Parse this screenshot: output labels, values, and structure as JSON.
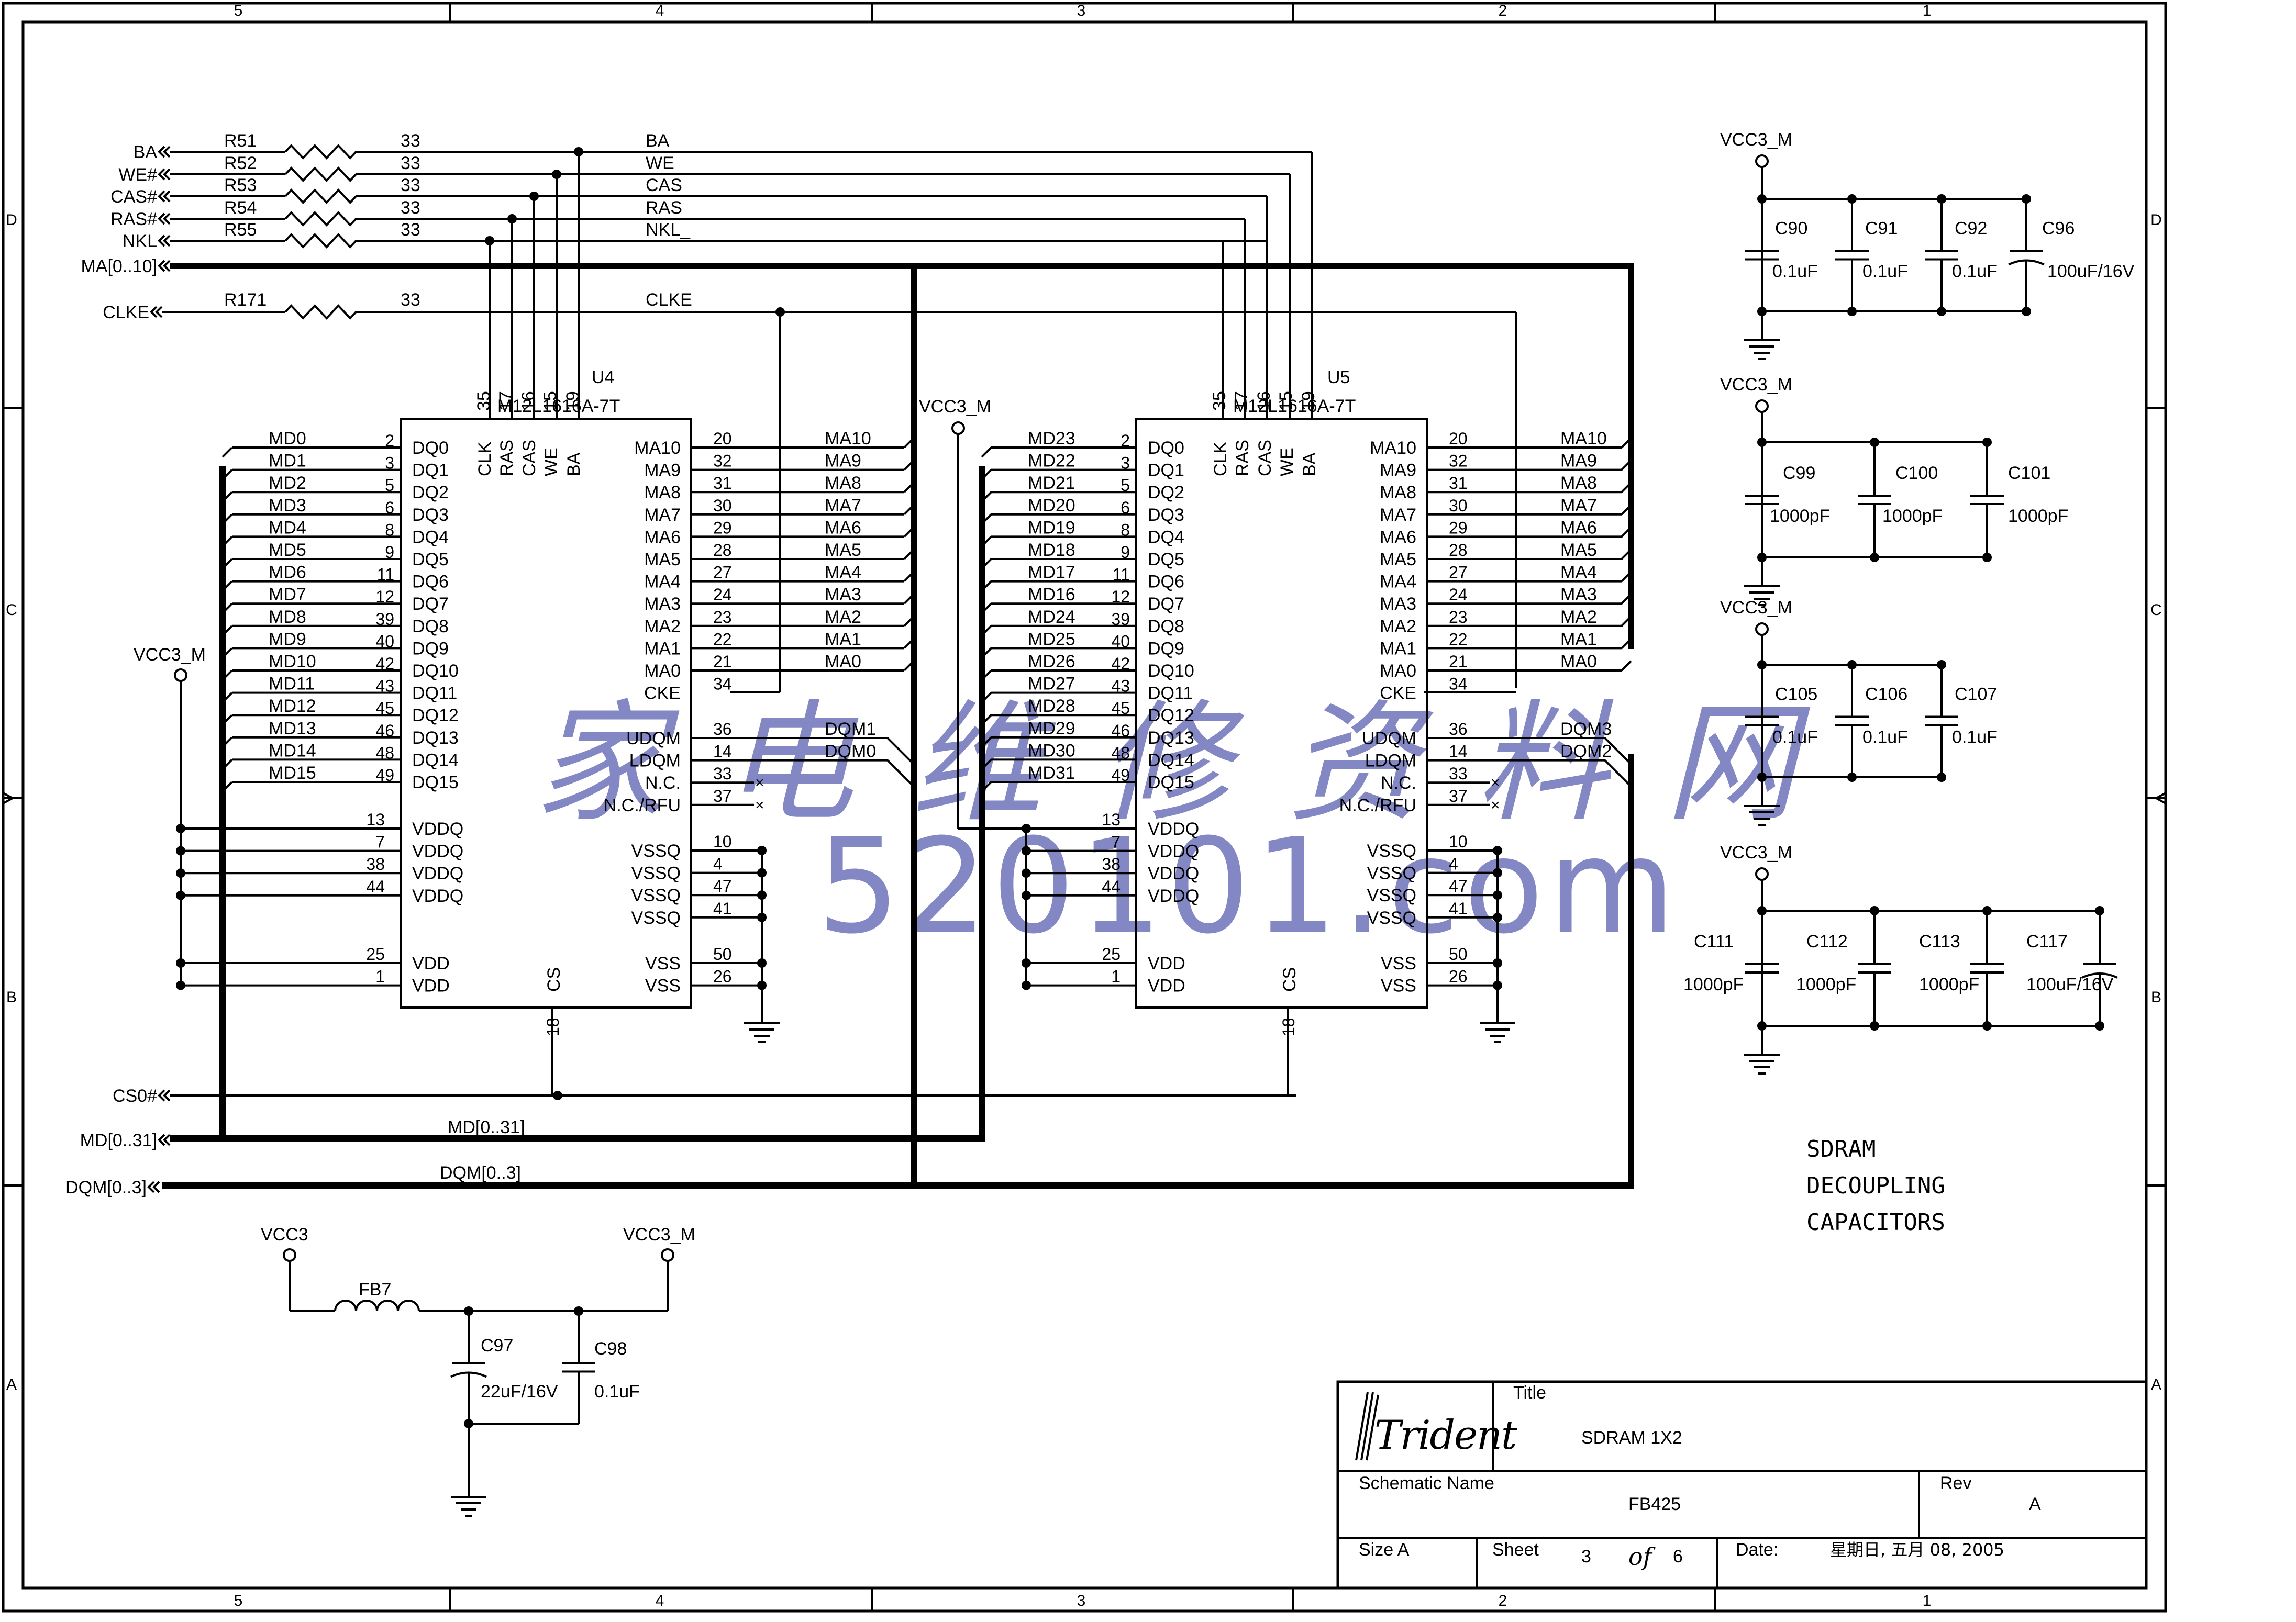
{
  "frame": {
    "cols_top": [
      "5",
      "4",
      "3",
      "2",
      "1"
    ],
    "cols_bottom": [
      "5",
      "4",
      "3",
      "2",
      "1"
    ],
    "rows_left": [
      "D",
      "C",
      "B",
      "A"
    ],
    "rows_right": [
      "D",
      "C",
      "B",
      "A"
    ]
  },
  "inputs": {
    "ba": "BA",
    "we": "WE#",
    "cas": "CAS#",
    "ras": "RAS#",
    "nkl": "NKL",
    "ma": "MA[0..10]",
    "clke": "CLKE",
    "cs0": "CS0#",
    "md": "MD[0..31]",
    "dqm": "DQM[0..3]"
  },
  "resistors": [
    {
      "ref": "R51",
      "value": "33",
      "net": "BA"
    },
    {
      "ref": "R52",
      "value": "33",
      "net": "WE"
    },
    {
      "ref": "R53",
      "value": "33",
      "net": "CAS"
    },
    {
      "ref": "R54",
      "value": "33",
      "net": "RAS"
    },
    {
      "ref": "R55",
      "value": "33",
      "net": "NKL"
    },
    {
      "ref": "R171",
      "value": "33",
      "net": "CLKE"
    }
  ],
  "bus_labels": {
    "md": "MD[0..31]",
    "dqm": "DQM[0..3]"
  },
  "vcc_m": "VCC3_M",
  "u4": {
    "ref": "U4",
    "part": "M12L1616A-7T",
    "dq_pins": [
      {
        "net": "MD0",
        "num": "2",
        "name": "DQ0"
      },
      {
        "net": "MD1",
        "num": "3",
        "name": "DQ1"
      },
      {
        "net": "MD2",
        "num": "5",
        "name": "DQ2"
      },
      {
        "net": "MD3",
        "num": "6",
        "name": "DQ3"
      },
      {
        "net": "MD4",
        "num": "8",
        "name": "DQ4"
      },
      {
        "net": "MD5",
        "num": "9",
        "name": "DQ5"
      },
      {
        "net": "MD6",
        "num": "11",
        "name": "DQ6"
      },
      {
        "net": "MD7",
        "num": "12",
        "name": "DQ7"
      },
      {
        "net": "MD8",
        "num": "39",
        "name": "DQ8"
      },
      {
        "net": "MD9",
        "num": "40",
        "name": "DQ9"
      },
      {
        "net": "MD10",
        "num": "42",
        "name": "DQ10"
      },
      {
        "net": "MD11",
        "num": "43",
        "name": "DQ11"
      },
      {
        "net": "MD12",
        "num": "45",
        "name": "DQ12"
      },
      {
        "net": "MD13",
        "num": "46",
        "name": "DQ13"
      },
      {
        "net": "MD14",
        "num": "48",
        "name": "DQ14"
      },
      {
        "net": "MD15",
        "num": "49",
        "name": "DQ15"
      }
    ],
    "dqm_nets": [
      "DQM1",
      "DQM0"
    ]
  },
  "u5": {
    "ref": "U5",
    "part": "M12L1616A-7T",
    "dq_pins": [
      {
        "net": "MD23",
        "num": "2",
        "name": "DQ0"
      },
      {
        "net": "MD22",
        "num": "3",
        "name": "DQ1"
      },
      {
        "net": "MD21",
        "num": "5",
        "name": "DQ2"
      },
      {
        "net": "MD20",
        "num": "6",
        "name": "DQ3"
      },
      {
        "net": "MD19",
        "num": "8",
        "name": "DQ4"
      },
      {
        "net": "MD18",
        "num": "9",
        "name": "DQ5"
      },
      {
        "net": "MD17",
        "num": "11",
        "name": "DQ6"
      },
      {
        "net": "MD16",
        "num": "12",
        "name": "DQ7"
      },
      {
        "net": "MD24",
        "num": "39",
        "name": "DQ8"
      },
      {
        "net": "MD25",
        "num": "40",
        "name": "DQ9"
      },
      {
        "net": "MD26",
        "num": "42",
        "name": "DQ10"
      },
      {
        "net": "MD27",
        "num": "43",
        "name": "DQ11"
      },
      {
        "net": "MD28",
        "num": "45",
        "name": "DQ12"
      },
      {
        "net": "MD29",
        "num": "46",
        "name": "DQ13"
      },
      {
        "net": "MD30",
        "num": "48",
        "name": "DQ14"
      },
      {
        "net": "MD31",
        "num": "49",
        "name": "DQ15"
      }
    ],
    "dqm_nets": [
      "DQM3",
      "DQM2"
    ]
  },
  "chip_common": {
    "top_pins": [
      {
        "num": "35",
        "name": "CLK"
      },
      {
        "num": "17",
        "name": "RAS"
      },
      {
        "num": "16",
        "name": "CAS"
      },
      {
        "num": "15",
        "name": "WE"
      },
      {
        "num": "19",
        "name": "BA"
      }
    ],
    "ma_pins": [
      {
        "name": "MA10",
        "num": "20",
        "net": "MA10"
      },
      {
        "name": "MA9",
        "num": "32",
        "net": "MA9"
      },
      {
        "name": "MA8",
        "num": "31",
        "net": "MA8"
      },
      {
        "name": "MA7",
        "num": "30",
        "net": "MA7"
      },
      {
        "name": "MA6",
        "num": "29",
        "net": "MA6"
      },
      {
        "name": "MA5",
        "num": "28",
        "net": "MA5"
      },
      {
        "name": "MA4",
        "num": "27",
        "net": "MA4"
      },
      {
        "name": "MA3",
        "num": "24",
        "net": "MA3"
      },
      {
        "name": "MA2",
        "num": "23",
        "net": "MA2"
      },
      {
        "name": "MA1",
        "num": "22",
        "net": "MA1"
      },
      {
        "name": "MA0",
        "num": "21",
        "net": "MA0"
      }
    ],
    "cke": {
      "name": "CKE",
      "num": "34"
    },
    "right_misc": [
      {
        "name": "UDQM",
        "num": "36"
      },
      {
        "name": "LDQM",
        "num": "14"
      },
      {
        "name": "N.C.",
        "num": "33"
      },
      {
        "name": "N.C./RFU",
        "num": "37"
      }
    ],
    "vddq": [
      {
        "name": "VDDQ",
        "num": "13"
      },
      {
        "name": "VDDQ",
        "num": "7"
      },
      {
        "name": "VDDQ",
        "num": "38"
      },
      {
        "name": "VDDQ",
        "num": "44"
      }
    ],
    "vdd": [
      {
        "name": "VDD",
        "num": "25"
      },
      {
        "name": "VDD",
        "num": "1"
      }
    ],
    "vssq": [
      {
        "name": "VSSQ",
        "num": "10"
      },
      {
        "name": "VSSQ",
        "num": "4"
      },
      {
        "name": "VSSQ",
        "num": "47"
      },
      {
        "name": "VSSQ",
        "num": "41"
      }
    ],
    "vss": [
      {
        "name": "VSS",
        "num": "50"
      },
      {
        "name": "VSS",
        "num": "26"
      }
    ],
    "cs": {
      "name": "CS",
      "num": "18"
    }
  },
  "decoupling": {
    "vcc": "VCC3_M",
    "row1": [
      {
        "ref": "C90",
        "value": "0.1uF"
      },
      {
        "ref": "C91",
        "value": "0.1uF"
      },
      {
        "ref": "C92",
        "value": "0.1uF"
      },
      {
        "ref": "C96",
        "value": "100uF/16V"
      }
    ],
    "row2": [
      {
        "ref": "C99",
        "value": "1000pF"
      },
      {
        "ref": "C100",
        "value": "1000pF"
      },
      {
        "ref": "C101",
        "value": "1000pF"
      }
    ],
    "row3": [
      {
        "ref": "C105",
        "value": "0.1uF"
      },
      {
        "ref": "C106",
        "value": "0.1uF"
      },
      {
        "ref": "C107",
        "value": "0.1uF"
      }
    ],
    "row4": [
      {
        "ref": "C111",
        "value": "1000pF"
      },
      {
        "ref": "C112",
        "value": "1000pF"
      },
      {
        "ref": "C113",
        "value": "1000pF"
      },
      {
        "ref": "C117",
        "value": "100uF/16V"
      }
    ]
  },
  "note": [
    "SDRAM",
    "DECOUPLING",
    "CAPACITORS"
  ],
  "filter": {
    "vcc_in": "VCC3",
    "vcc_out": "VCC3_M",
    "bead": "FB7",
    "c97": {
      "ref": "C97",
      "value": "22uF/16V"
    },
    "c98": {
      "ref": "C98",
      "value": "0.1uF"
    }
  },
  "title_block": {
    "logo": "Trident",
    "title_label": "Title",
    "title": "SDRAM  1X2",
    "schematic_label": "Schematic Name",
    "schematic": "FB425",
    "rev_label": "Rev",
    "rev": "A",
    "size_label": "Size A",
    "sheet_label": "Sheet",
    "sheet": "3",
    "of_label": "of",
    "total": "6",
    "date_label": "Date:",
    "date": "星期日, 五月 08, 2005"
  },
  "watermark": {
    "cn": "家电维修资料网",
    "url": "520101.com"
  }
}
